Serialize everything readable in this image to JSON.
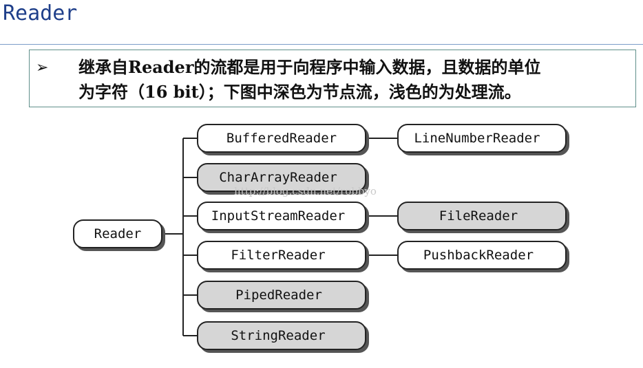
{
  "title": "Reader",
  "note": {
    "bullet": "➢",
    "line1": "继承自Reader的流都是用于向程序中输入数据，且数据的单位",
    "line2": "为字符（16 bit）；下图中深色为节点流，浅色的为处理流。"
  },
  "diagram": {
    "root": "Reader",
    "nodes": {
      "buffered": "BufferedReader",
      "linenumber": "LineNumberReader",
      "chararray": "CharArrayReader",
      "inputstream": "InputStreamReader",
      "file": "FileReader",
      "filter": "FilterReader",
      "pushback": "PushbackReader",
      "piped": "PipedReader",
      "string": "StringReader"
    },
    "watermark": "http://blog.csdn.net/robbyo",
    "colors": {
      "node_stream_fill": "#d6d6d6",
      "processing_stream_fill": "#ffffff",
      "stroke": "#222222",
      "shadow": "#555555"
    }
  }
}
